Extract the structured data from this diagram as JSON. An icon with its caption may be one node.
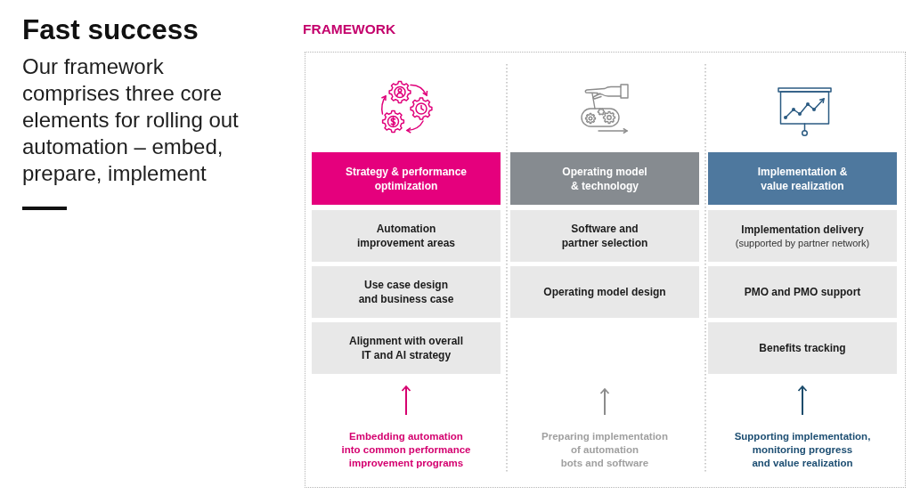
{
  "diagram": {
    "title": "Fast success",
    "nodes": [
      {
        "text": [
          "FRAMEWORK"
        ]
      },
      {
        "text": [
          "Strategy & performance optimization"
        ],
        "in": 0
      },
      {
        "text": [
          "Automation improvement areas"
        ],
        "in": 0
      },
      {
        "text": [
          "Use case design and business case"
        ],
        "in": 0
      },
      {
        "text": [
          "Alignment with overall IT and AI strategy"
        ],
        "in": 0
      },
      {
        "text": [
          "Embedding automation into common performance improvement programs"
        ],
        "in": 0
      },
      {
        "text": [
          "Operating model & technology"
        ],
        "in": 0
      },
      {
        "text": [
          "Software and partner selection"
        ],
        "in": 0
      },
      {
        "text": [
          "Operating model design"
        ],
        "in": 0
      },
      {
        "text": [
          "Preparing implementation of automation bots and software"
        ],
        "in": 0
      },
      {
        "text": [
          "Implementation & value realization"
        ],
        "in": 0
      },
      {
        "text": [
          "Implementation delivery",
          "(supported by partner network)"
        ],
        "in": 0
      },
      {
        "text": [
          "PMO and PMO support"
        ],
        "in": 0
      },
      {
        "text": [
          "Benefits tracking"
        ],
        "in": 0
      },
      {
        "text": [
          "Supporting implementation, monitoring progress and value realization"
        ],
        "in": 0
      }
    ],
    "edges": [
      {
        "from": 5,
        "to": 4,
        "arrow": "to",
        "color": "#d6006f"
      },
      {
        "from": 9,
        "to": null,
        "arrow": "to",
        "color": "#8c8c8c"
      },
      {
        "from": 14,
        "to": 13,
        "arrow": "to",
        "color": "#1b4b6b"
      }
    ],
    "labels": [
      "Our framework comprises three core elements for rolling out automation – embed, prepare, implement"
    ]
  }
}
